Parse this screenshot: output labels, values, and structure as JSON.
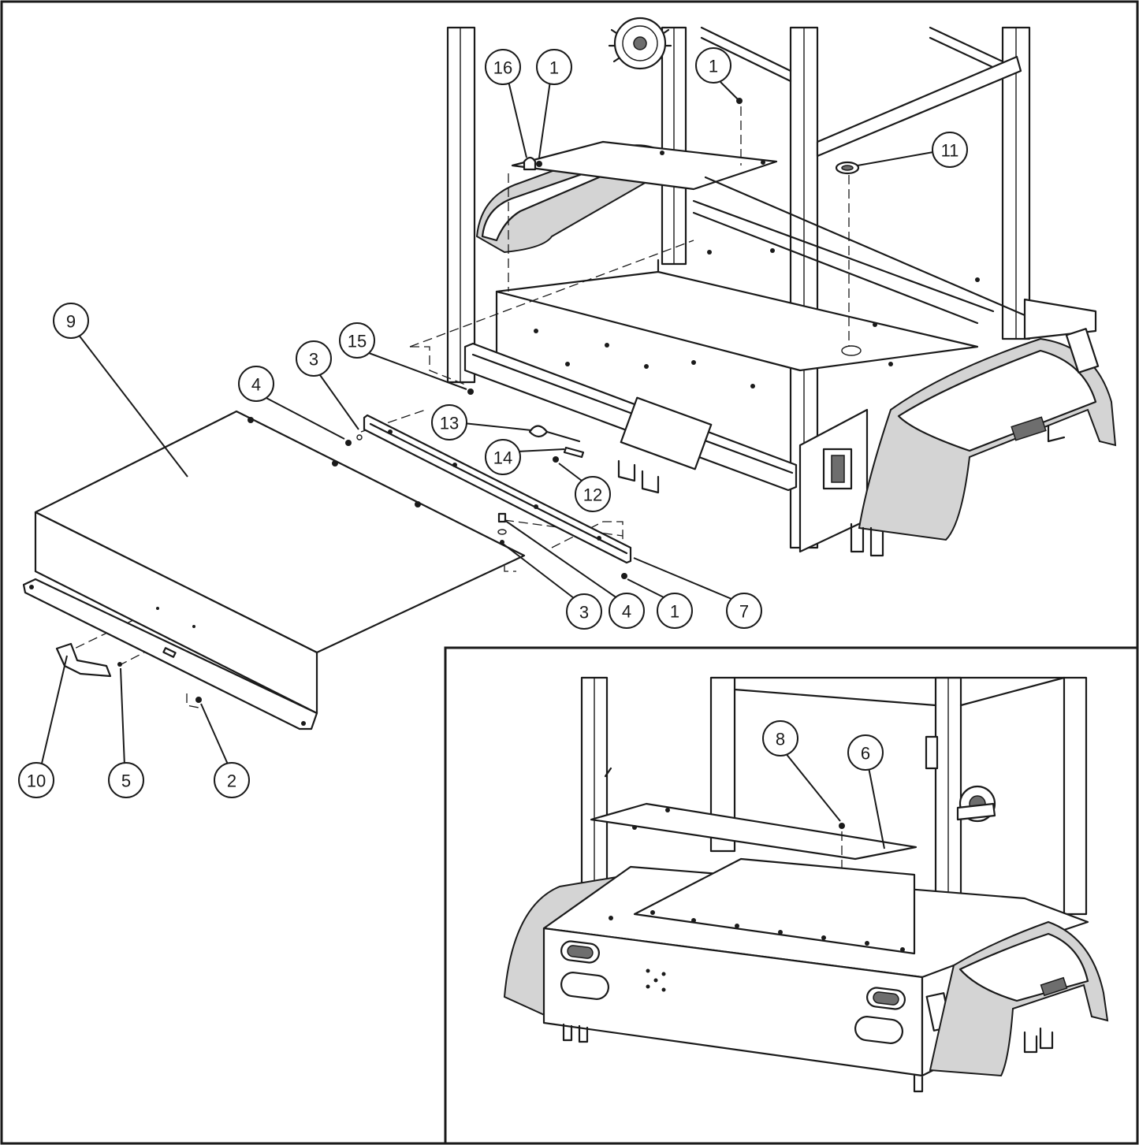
{
  "callouts": {
    "c16": "16",
    "c1_top_left": "1",
    "c1_top_right": "1",
    "c11": "11",
    "c9": "9",
    "c15": "15",
    "c3_upper": "3",
    "c4_upper": "4",
    "c13": "13",
    "c14": "14",
    "c12": "12",
    "c3_lower": "3",
    "c4_lower": "4",
    "c1_lower": "1",
    "c7": "7",
    "c10": "10",
    "c5": "5",
    "c2": "2",
    "c8": "8",
    "c6": "6"
  }
}
